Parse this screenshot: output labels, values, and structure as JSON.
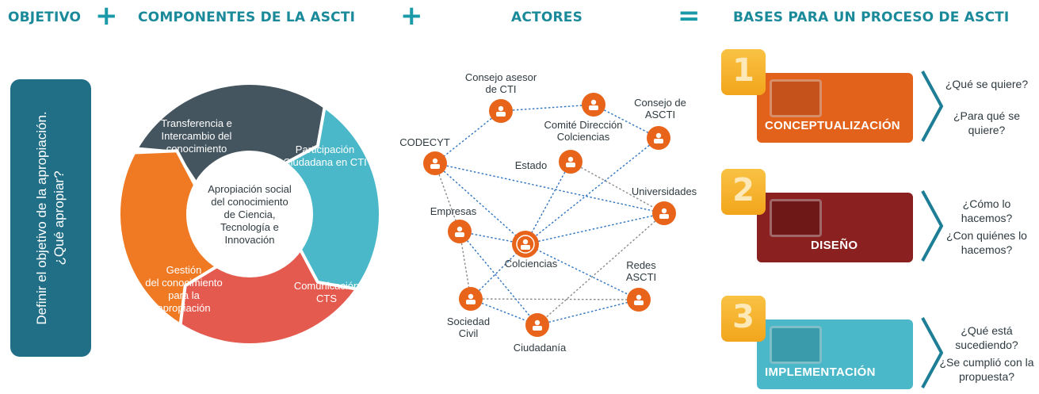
{
  "header": {
    "objetivo": "OBJETIVO",
    "plus1": "+",
    "componentes": "COMPONENTES DE LA ASCTI",
    "plus2": "+",
    "actores": "ACTORES",
    "equals": "=",
    "bases": "BASES PARA UN PROCESO DE ASCTI"
  },
  "objetivo_box": {
    "line1": "Definir el objetivo de la apropiación.",
    "line2": "¿Qué apropiar?"
  },
  "cycle": {
    "center": [
      "Apropiación social",
      "del conocimiento",
      "de Ciencia,",
      "Tecnología e",
      "Innovación"
    ],
    "segments": [
      {
        "lines": [
          "Transferencia e",
          "Intercambio del",
          "conocimiento"
        ],
        "color": "#44555f"
      },
      {
        "lines": [
          "Participación",
          "Ciudadana en CTI"
        ],
        "color": "#4bb8c9"
      },
      {
        "lines": [
          "Comunicación",
          "CTS"
        ],
        "color": "#e55a4f"
      },
      {
        "lines": [
          "Gestión",
          "del conocimiento",
          "para la",
          "apropiación"
        ],
        "color": "#ef7a23"
      }
    ]
  },
  "network": {
    "actors": [
      {
        "id": "consejo_asesor",
        "label": [
          "Consejo asesor",
          "de CTI"
        ],
        "icon": "group-meeting-icon"
      },
      {
        "id": "comite",
        "label": [
          "Comité Dirección",
          "Colciencias"
        ],
        "icon": "building-icon"
      },
      {
        "id": "consejo_ascti",
        "label": [
          "Consejo de",
          "ASCTI"
        ],
        "icon": "handshake-icon"
      },
      {
        "id": "codecyt",
        "label": [
          "CODECYT"
        ],
        "icon": "lightbulb-icon"
      },
      {
        "id": "estado",
        "label": [
          "Estado"
        ],
        "icon": "government-icon"
      },
      {
        "id": "universidades",
        "label": [
          "Universidades"
        ],
        "icon": "graduation-cap-icon"
      },
      {
        "id": "empresas",
        "label": [
          "Empresas"
        ],
        "icon": "factory-icon"
      },
      {
        "id": "colciencias",
        "label": [
          "Colciencias"
        ],
        "icon": "seal-icon"
      },
      {
        "id": "redes",
        "label": [
          "Redes",
          "ASCTI"
        ],
        "icon": "share-icon"
      },
      {
        "id": "sociedad",
        "label": [
          "Sociedad",
          "Civil"
        ],
        "icon": "people-network-icon"
      },
      {
        "id": "ciudadania",
        "label": [
          "Ciudadanía"
        ],
        "icon": "citizens-icon"
      }
    ],
    "node_color": "#e8641b",
    "blue_line_color": "#2f74c0",
    "gray_line_color": "#8a8a8a"
  },
  "stages": [
    {
      "number": "1",
      "title": "CONCEPTUALIZACIÓN",
      "color": "#e2621b",
      "questions": [
        "¿Qué se quiere?",
        "¿Para qué se quiere?"
      ],
      "icon": "person-computer-icon"
    },
    {
      "number": "2",
      "title": "DISEÑO",
      "color": "#8b2020",
      "questions": [
        "¿Cómo lo hacemos?",
        "¿Con quiénes lo hacemos?"
      ],
      "icon": "monitor-mouse-icon"
    },
    {
      "number": "3",
      "title": "IMPLEMENTACIÓN",
      "color": "#4bb8c9",
      "questions": [
        "¿Qué está sucediendo?",
        "¿Se cumplió con la propuesta?"
      ],
      "icon": "dashboard-chart-icon"
    }
  ],
  "colors": {
    "teal": "#1a8a9a",
    "orange": "#e8641b",
    "badge": "#f4ad22"
  }
}
